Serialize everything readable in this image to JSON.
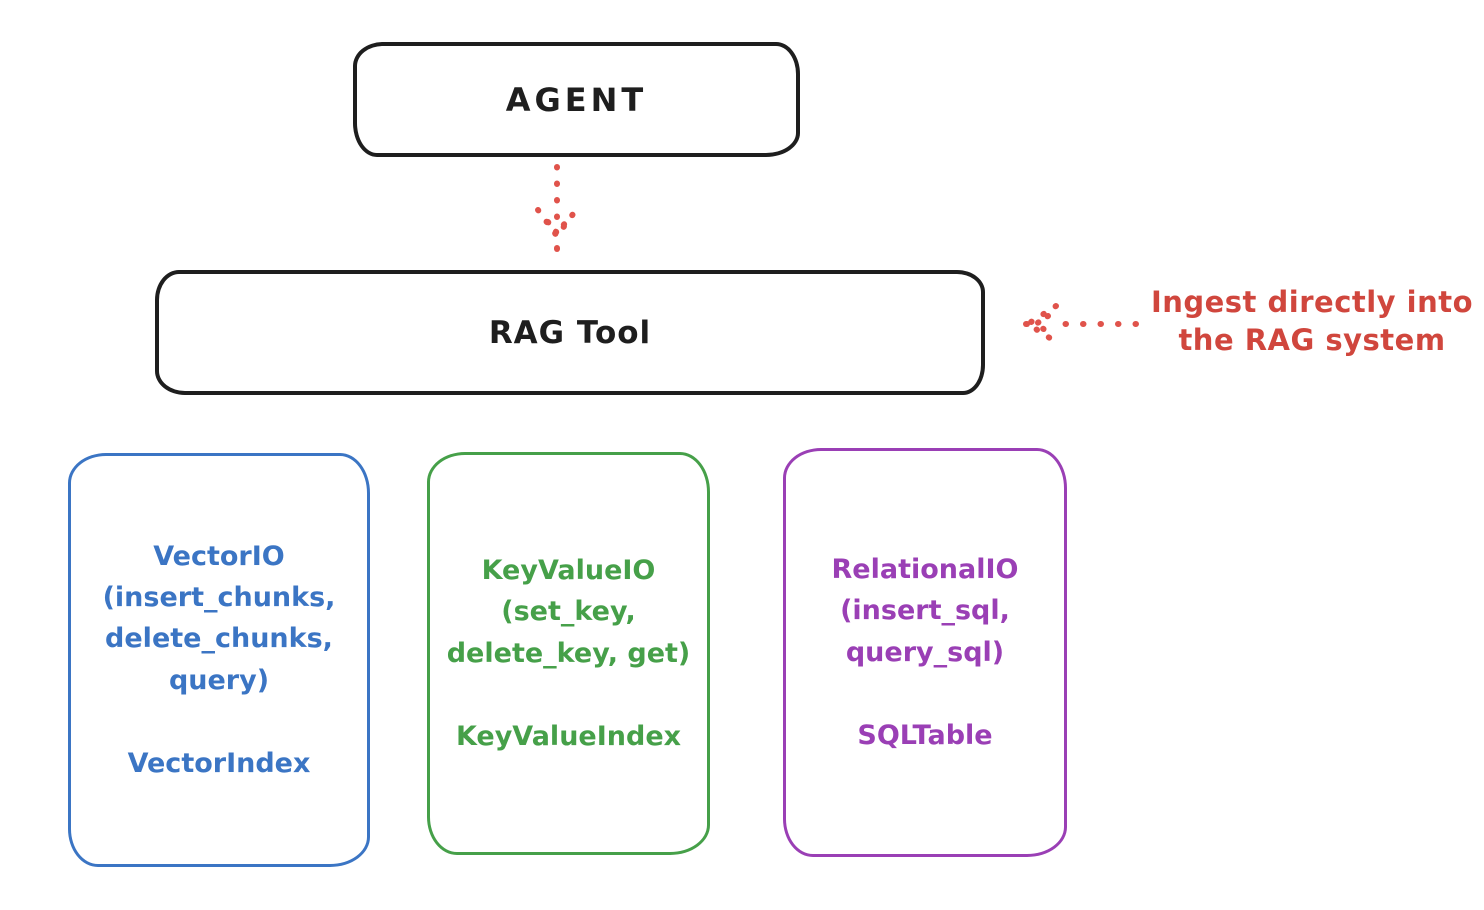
{
  "diagram": {
    "agent": {
      "label": "AGENT"
    },
    "rag_tool": {
      "label": "RAG Tool"
    },
    "annotation": {
      "text": "Ingest directly into\nthe RAG system"
    },
    "io_boxes": [
      {
        "key": "vector-io",
        "methods": "VectorIO\n(insert_chunks,\ndelete_chunks,\nquery)",
        "index": "VectorIndex",
        "color": "#3b75c4"
      },
      {
        "key": "keyvalue-io",
        "methods": "KeyValueIO\n(set_key,\ndelete_key, get)",
        "index": "KeyValueIndex",
        "color": "#46a049"
      },
      {
        "key": "relational-io",
        "methods": "RelationalIO\n(insert_sql,\nquery_sql)",
        "index": "SQLTable",
        "color": "#9a3fb5"
      }
    ],
    "colors": {
      "node_stroke": "#1e1e1e",
      "arrow_red": "#e0534b",
      "annotation_red": "#d0463d",
      "background": "#ffffff"
    }
  }
}
